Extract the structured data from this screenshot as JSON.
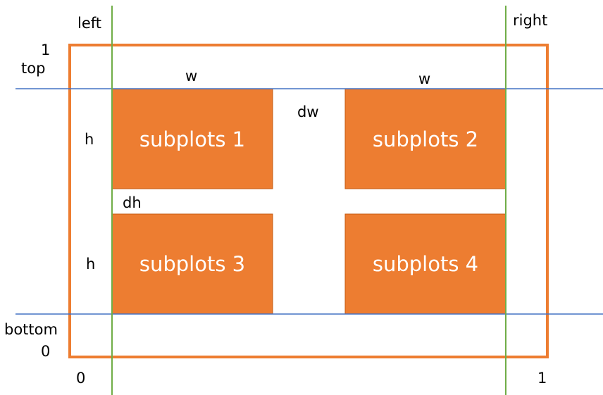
{
  "labels": {
    "left": "left",
    "right": "right",
    "top": "top",
    "bottom": "bottom",
    "one_top": "1",
    "zero_left": "0",
    "zero_bottom": "0",
    "one_right": "1",
    "w1": "w",
    "w2": "w",
    "dw": "dw",
    "dh": "dh",
    "h1": "h",
    "h2": "h"
  },
  "subplots": [
    {
      "label": "subplots 1"
    },
    {
      "label": "subplots 2"
    },
    {
      "label": "subplots 3"
    },
    {
      "label": "subplots 4"
    }
  ],
  "colors": {
    "frame": "#ED7D31",
    "subplot_fill": "#ED7D31",
    "vertical_guides": "#70AD47",
    "horizontal_guides": "#4472C4",
    "subplot_text": "#FFFFFF"
  }
}
